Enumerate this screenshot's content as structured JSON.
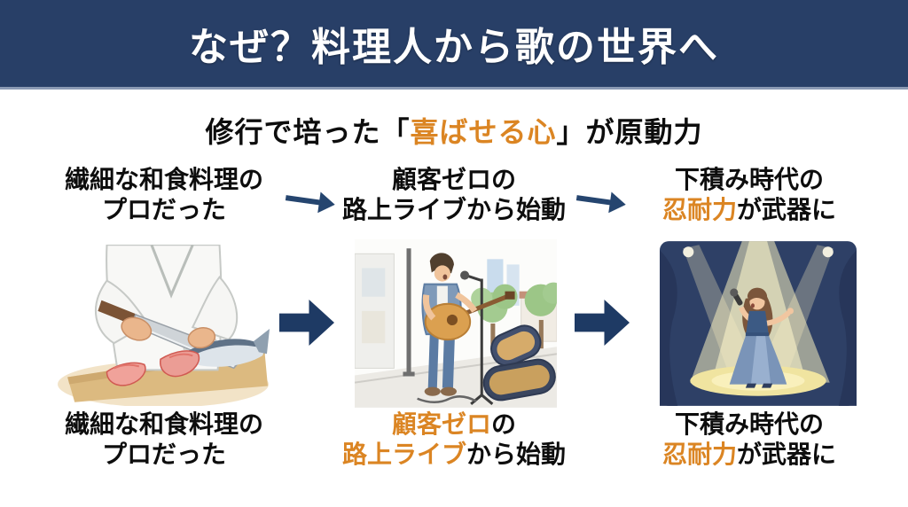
{
  "colors": {
    "header_navy": "#283f67",
    "arrow_navy": "#1e3a64",
    "highlight_orange": "#db8523",
    "text_black": "#0d0d0d",
    "header_edge": "#8b9ab4"
  },
  "header": {
    "title": "なぜ？料理人から歌の世界へ"
  },
  "subtitle": {
    "prefix": "修行で培った",
    "open_quote": "「",
    "highlight": "喜ばせる心",
    "close_quote": "」",
    "suffix": "が原動力"
  },
  "columns": [
    {
      "top_label": {
        "line1": "繊細な和食料理の",
        "line2": "プロだった"
      },
      "bottom_label": {
        "line1": "繊細な和食料理の",
        "line2": "プロだった"
      },
      "image": "chef-slicing-fish-watercolor"
    },
    {
      "top_label": {
        "line1": "顧客ゼロの",
        "line2": "路上ライブから始動"
      },
      "bottom_label": {
        "line1_highlight": "顧客ゼロ",
        "line1_rest": "の",
        "line2_highlight": "路上ライブ",
        "line2_rest": "から始動"
      },
      "image": "street-musician-watercolor"
    },
    {
      "top_label": {
        "line1": "下積み時代の",
        "line2_highlight": "忍耐力",
        "line2_rest": "が武器に"
      },
      "bottom_label": {
        "line1": "下積み時代の",
        "line2_highlight": "忍耐力",
        "line2_rest": "が武器に"
      },
      "image": "singer-spotlight-watercolor"
    }
  ],
  "icons": {
    "arrow_thin": "thin-right-arrow",
    "arrow_block": "solid-right-arrow"
  }
}
